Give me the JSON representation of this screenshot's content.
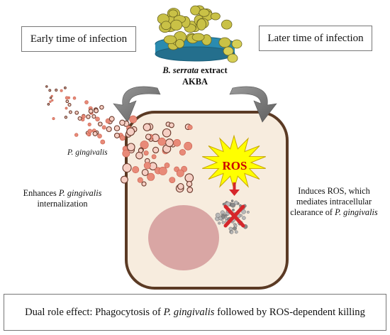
{
  "labels": {
    "early": "Early time of infection",
    "later": "Later time of infection",
    "extract_species": "B. serrata",
    "extract_word": " extract",
    "compound": "AKBA",
    "pathogen": "P. gingivalis",
    "ros": "ROS",
    "left_pre": "Enhances ",
    "left_species": "P. gingivalis",
    "left_post": "internalization",
    "right_line1": "Induces ROS, which",
    "right_line2": "mediates intracellular",
    "right_pre": "clearance of ",
    "right_species": "P. gingivalis",
    "bottom_pre": "Dual role effect: Phagocytosis of ",
    "bottom_species": "P. gingivalis",
    "bottom_post": " followed by ROS-dependent killing"
  },
  "colors": {
    "cell_fill": "#f7ecde",
    "cell_border": "#5b3a24",
    "nucleus": "#d9a6a4",
    "bacteria": "#e88a78",
    "ros_fill": "#ffff00",
    "ros_text": "#cc0000",
    "cross": "#d6262a",
    "dish": "#2a8bb0",
    "resin": "#c9c146",
    "arrow": "#7d7d7d"
  }
}
